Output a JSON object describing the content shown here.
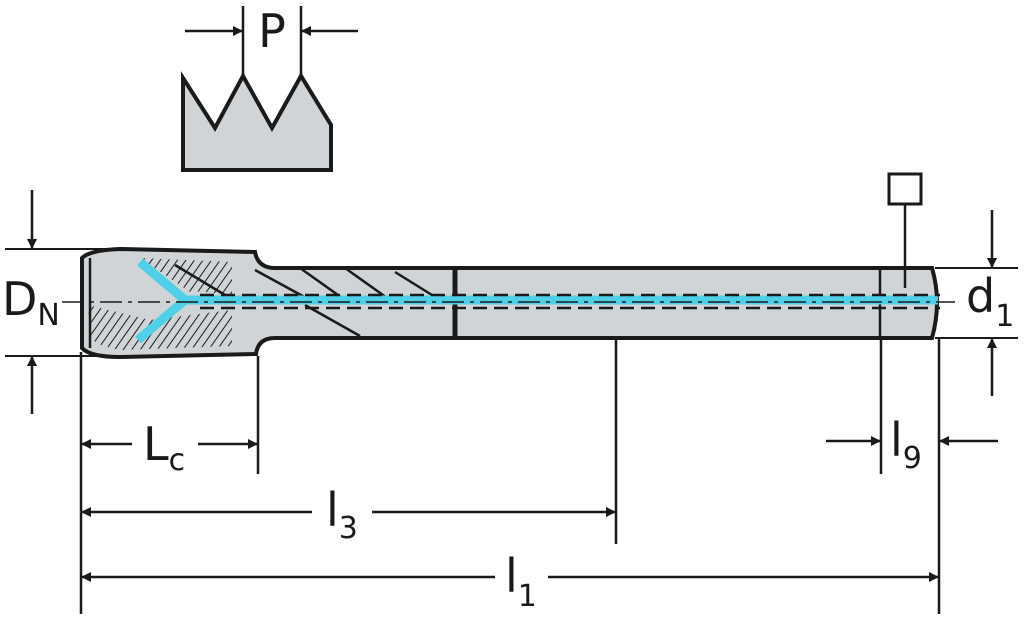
{
  "labels": {
    "pitch": "P",
    "nominal_diameter": "D",
    "nominal_diameter_sub": "N",
    "shank_diameter": "d",
    "shank_diameter_sub": "1",
    "chamfer_length": "L",
    "chamfer_length_sub": "c",
    "thread_length": "l",
    "thread_length_sub": "3",
    "square_length": "l",
    "square_length_sub": "9",
    "overall_length": "l",
    "overall_length_sub": "1"
  },
  "colors": {
    "outline": "#1a1a1a",
    "body_fill": "#d0d4d6",
    "coolant": "#4fd0e8",
    "background": "#ffffff"
  },
  "symbols": {
    "square_drive": "square-symbol"
  }
}
